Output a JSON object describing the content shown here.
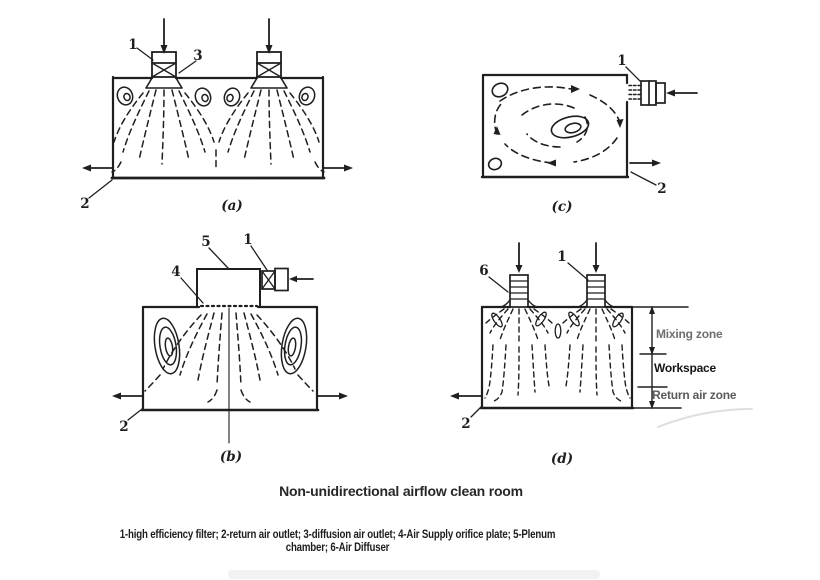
{
  "figure": {
    "title": "Non-unidirectional airflow clean room",
    "legend_line1": "1-high efficiency filter; 2-return air outlet; 3-diffusion air outlet; 4-Air Supply orifice plate; 5-Plenum",
    "legend_line2": "chamber; 6-Air Diffuser"
  },
  "panel_a": {
    "caption": "(a)",
    "label_filter": "1",
    "label_diffusion_outlet": "3",
    "label_return_outlet": "2"
  },
  "panel_b": {
    "caption": "(b)",
    "label_plenum_chamber": "5",
    "label_filter": "1",
    "label_orifice_plate": "4",
    "label_return_outlet": "2"
  },
  "panel_c": {
    "caption": "(c)",
    "label_filter": "1",
    "label_return_outlet": "2"
  },
  "panel_d": {
    "caption": "(d)",
    "label_air_diffuser": "6",
    "label_filter": "1",
    "label_return_outlet": "2",
    "zone_mixing": "Mixing zone",
    "zone_workspace": "Workspace",
    "zone_return": "Return air zone"
  },
  "colors": {
    "ink": "#1f1f1f",
    "title_text": "#272727",
    "legend_text": "#1d1d1d",
    "zone_gray": "#6e6e6e",
    "zone_dark": "#151515",
    "zone_return_gray": "#5a5a5a"
  }
}
